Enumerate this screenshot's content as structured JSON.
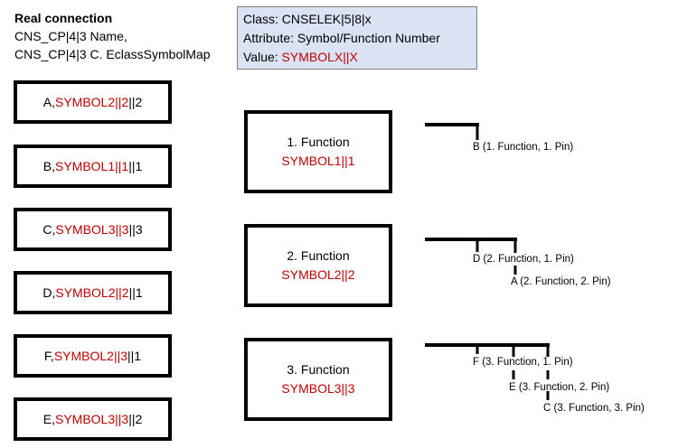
{
  "header": {
    "title": "Real connection",
    "line1": "CNS_CP|4|3 Name,",
    "line2": "CNS_CP|4|3 C. EclassSymbolMap"
  },
  "info": {
    "class_line": "Class: CNSELEK|5|8|x",
    "attribute_line": "Attribute: Symbol/Function Number",
    "value_prefix": "Value: ",
    "value_symbol": "SYMBOLX||X"
  },
  "pins": [
    {
      "prefix": "A, ",
      "symbol": "SYMBOL2||2",
      "suffix": "||2"
    },
    {
      "prefix": "B, ",
      "symbol": "SYMBOL1||1",
      "suffix": "||1"
    },
    {
      "prefix": "C, ",
      "symbol": "SYMBOL3||3",
      "suffix": "||3"
    },
    {
      "prefix": "D, ",
      "symbol": "SYMBOL2||2",
      "suffix": "||1"
    },
    {
      "prefix": "F, ",
      "symbol": "SYMBOL2||3",
      "suffix": "||1"
    },
    {
      "prefix": "E, ",
      "symbol": "SYMBOL3||3",
      "suffix": "||2"
    }
  ],
  "functions": [
    {
      "title": "1. Function",
      "symbol": "SYMBOL1||1"
    },
    {
      "title": "2. Function",
      "symbol": "SYMBOL2||2"
    },
    {
      "title": "3. Function",
      "symbol": "SYMBOL3||3"
    }
  ],
  "connections": [
    "B (1. Function, 1. Pin)",
    "D (2. Function, 1. Pin)",
    "A (2. Function, 2. Pin)",
    "F  (3. Function, 1. Pin)",
    "E (3. Function, 2. Pin)",
    "C (3. Function, 3. Pin)"
  ],
  "colors": {
    "accent_red": "#c00000",
    "info_fill": "#dae3f3",
    "info_border": "#7f7f7f",
    "line": "#000000"
  }
}
